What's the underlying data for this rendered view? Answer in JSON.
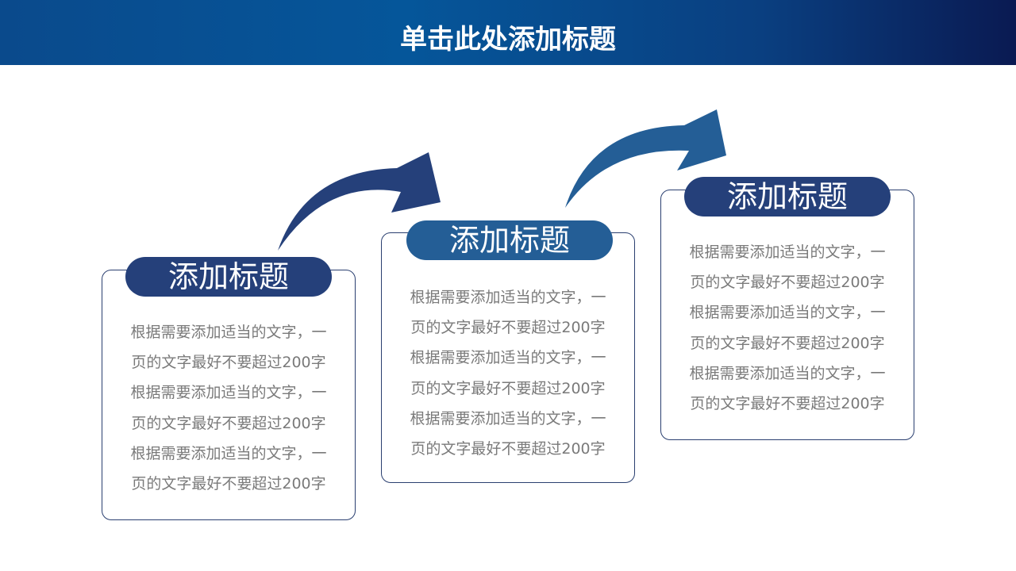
{
  "header": {
    "title": "单击此处添加标题"
  },
  "colors": {
    "navy": "#25407a",
    "blue": "#245e96"
  },
  "cards": [
    {
      "title": "添加标题",
      "lines": [
        "根据需要添加适当的文字，一",
        "页的文字最好不要超过200字",
        "根据需要添加适当的文字，一",
        "页的文字最好不要超过200字",
        "根据需要添加适当的文字，一",
        "页的文字最好不要超过200字"
      ]
    },
    {
      "title": "添加标题",
      "lines": [
        "根据需要添加适当的文字，一",
        "页的文字最好不要超过200字",
        "根据需要添加适当的文字，一",
        "页的文字最好不要超过200字",
        "根据需要添加适当的文字，一",
        "页的文字最好不要超过200字"
      ]
    },
    {
      "title": "添加标题",
      "lines": [
        "根据需要添加适当的文字，一",
        "页的文字最好不要超过200字",
        "根据需要添加适当的文字，一",
        "页的文字最好不要超过200字",
        "根据需要添加适当的文字，一",
        "页的文字最好不要超过200字"
      ]
    }
  ]
}
